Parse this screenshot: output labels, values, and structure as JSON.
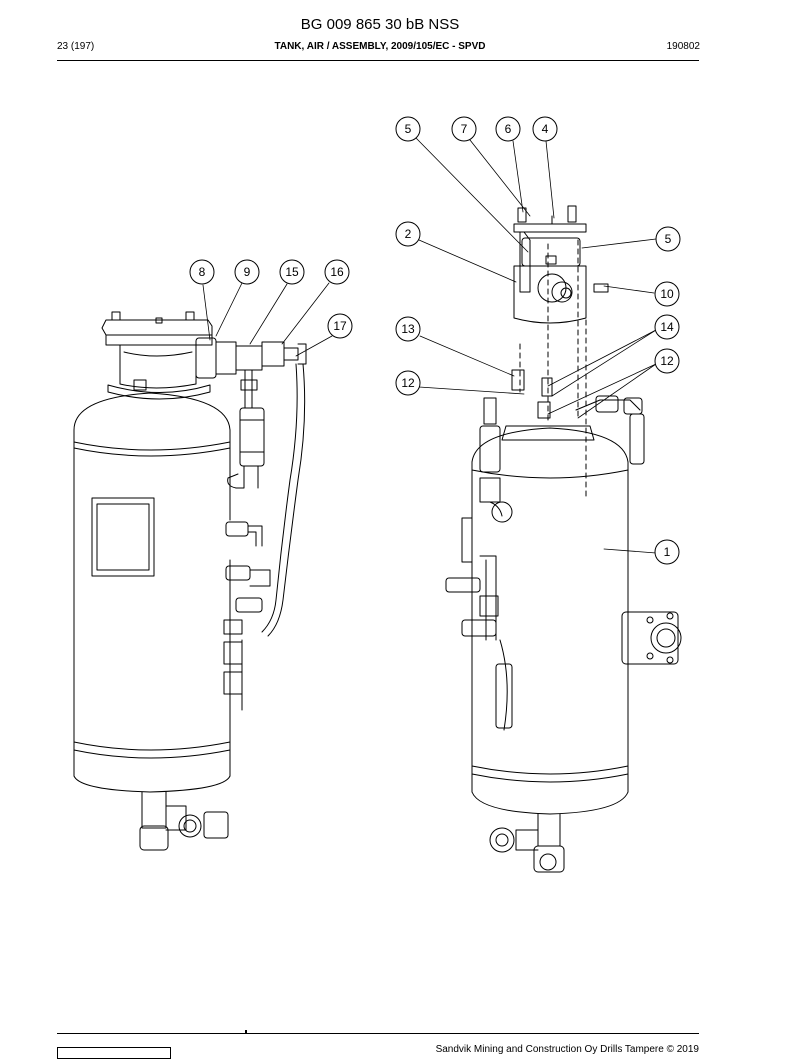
{
  "header": {
    "doc_title": "BG 009 865 30 bB NSS",
    "page_number": "23 (197)",
    "subtitle": "TANK, AIR / ASSEMBLY, 2009/105/EC - SPVD",
    "revision": "190802"
  },
  "footer": {
    "copyright": "Sandvik Mining and Construction Oy Drills Tampere © 2019"
  },
  "callouts": [
    "5",
    "7",
    "6",
    "4",
    "2",
    "5",
    "10",
    "13",
    "14",
    "12",
    "12",
    "1",
    "8",
    "9",
    "15",
    "16",
    "17"
  ]
}
